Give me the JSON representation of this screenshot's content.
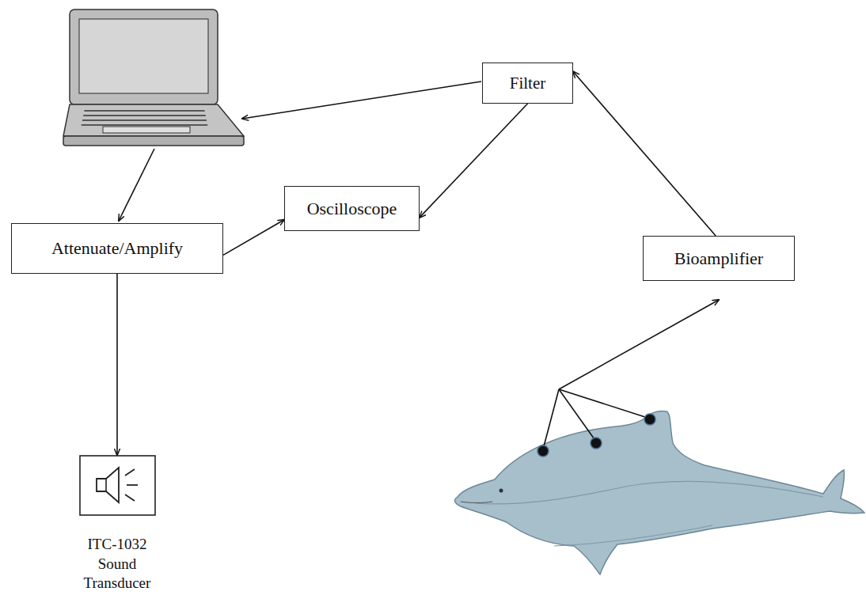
{
  "diagram": {
    "nodes": [
      {
        "text": [
          "Filter"
        ]
      },
      {
        "text": [
          "Oscilloscope"
        ]
      },
      {
        "text": [
          "Attenuate/Amplify"
        ]
      },
      {
        "text": [
          "Bioamplifier"
        ]
      },
      {
        "text": [
          "ITC-1032 Sound Transducer"
        ]
      }
    ],
    "edges": [
      {
        "from": 0,
        "to": 1,
        "arrow": "to"
      },
      {
        "from": 2,
        "to": 1,
        "arrow": "to"
      },
      {
        "from": 2,
        "to": 4,
        "arrow": "to"
      },
      {
        "from": 3,
        "to": 0,
        "arrow": "to"
      }
    ]
  }
}
